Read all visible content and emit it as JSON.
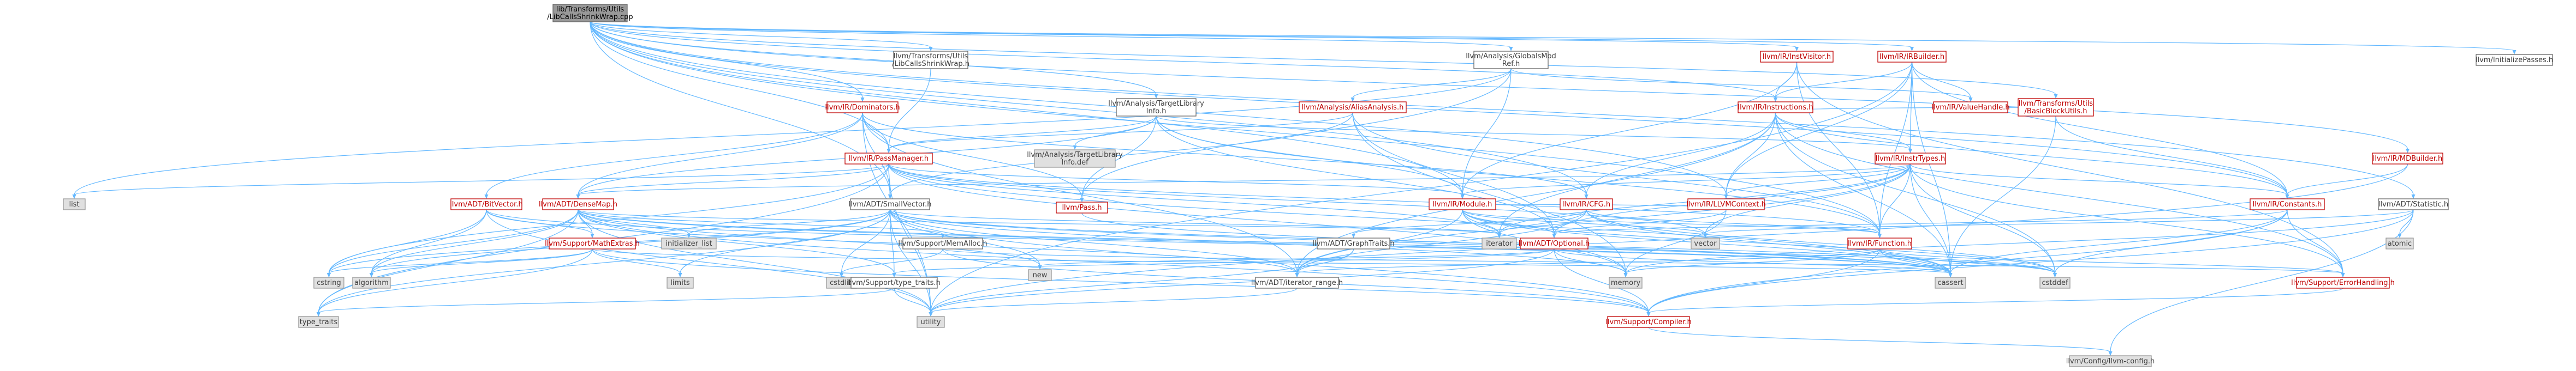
{
  "graph": {
    "colors": {
      "root_fill": "#999999",
      "root_stroke": "#666666",
      "link_text": "#bf0000",
      "link_stroke": "#bf0000",
      "plain_text": "#404040",
      "plain_stroke": "#666666",
      "plain_fill": "#ffffff",
      "std_fill": "#e0e0e0",
      "std_stroke": "#999999",
      "edge": "#63b8ff"
    },
    "nodes": [
      {
        "id": "root",
        "kind": "root",
        "lines": [
          "lib/Transforms/Utils",
          "/LibCallsShrinkWrap.cpp"
        ]
      },
      {
        "id": "tu_lcsw",
        "kind": "plain",
        "lines": [
          "llvm/Transforms/Utils",
          "/LibCallsShrinkWrap.h"
        ]
      },
      {
        "id": "globalsmodref",
        "kind": "plain",
        "lines": [
          "llvm/Analysis/GlobalsMod",
          "Ref.h"
        ]
      },
      {
        "id": "targetlibinfo",
        "kind": "plain",
        "lines": [
          "llvm/Analysis/TargetLibrary",
          "Info.h"
        ]
      },
      {
        "id": "initpasses",
        "kind": "plain",
        "lines": [
          "llvm/InitializePasses.h"
        ]
      },
      {
        "id": "dominators",
        "kind": "link",
        "lines": [
          "llvm/IR/Dominators.h"
        ]
      },
      {
        "id": "aliasanalysis",
        "kind": "link",
        "lines": [
          "llvm/Analysis/AliasAnalysis.h"
        ]
      },
      {
        "id": "instvisitor",
        "kind": "link",
        "lines": [
          "llvm/IR/InstVisitor.h"
        ]
      },
      {
        "id": "irbuilder",
        "kind": "link",
        "lines": [
          "llvm/IR/IRBuilder.h"
        ]
      },
      {
        "id": "basicblockutils",
        "kind": "link",
        "lines": [
          "llvm/Transforms/Utils",
          "/BasicBlockUtils.h"
        ]
      },
      {
        "id": "tlidef",
        "kind": "std",
        "lines": [
          "llvm/Analysis/TargetLibrary",
          "Info.def"
        ]
      },
      {
        "id": "instructions",
        "kind": "link",
        "lines": [
          "llvm/IR/Instructions.h"
        ]
      },
      {
        "id": "valuehandle",
        "kind": "link",
        "lines": [
          "llvm/IR/ValueHandle.h"
        ]
      },
      {
        "id": "passmanager",
        "kind": "link",
        "lines": [
          "llvm/IR/PassManager.h"
        ]
      },
      {
        "id": "instrtypes",
        "kind": "link",
        "lines": [
          "llvm/IR/InstrTypes.h"
        ]
      },
      {
        "id": "mdbuilder",
        "kind": "link",
        "lines": [
          "llvm/IR/MDBuilder.h"
        ]
      },
      {
        "id": "list",
        "kind": "std",
        "lines": [
          "list"
        ]
      },
      {
        "id": "bitvector",
        "kind": "link",
        "lines": [
          "llvm/ADT/BitVector.h"
        ]
      },
      {
        "id": "densemap",
        "kind": "link",
        "lines": [
          "llvm/ADT/DenseMap.h"
        ]
      },
      {
        "id": "smallvector",
        "kind": "plain",
        "lines": [
          "llvm/ADT/SmallVector.h"
        ]
      },
      {
        "id": "pass",
        "kind": "link",
        "lines": [
          "llvm/Pass.h"
        ]
      },
      {
        "id": "module",
        "kind": "link",
        "lines": [
          "llvm/IR/Module.h"
        ]
      },
      {
        "id": "cfg",
        "kind": "link",
        "lines": [
          "llvm/IR/CFG.h"
        ]
      },
      {
        "id": "llvmcontext",
        "kind": "link",
        "lines": [
          "llvm/IR/LLVMContext.h"
        ]
      },
      {
        "id": "constants",
        "kind": "link",
        "lines": [
          "llvm/IR/Constants.h"
        ]
      },
      {
        "id": "statistic",
        "kind": "plain",
        "lines": [
          "llvm/ADT/Statistic.h"
        ]
      },
      {
        "id": "mathextras",
        "kind": "link",
        "lines": [
          "llvm/Support/MathExtras.h"
        ]
      },
      {
        "id": "initializer_list",
        "kind": "std",
        "lines": [
          "initializer_list"
        ]
      },
      {
        "id": "memalloc",
        "kind": "plain",
        "lines": [
          "llvm/Support/MemAlloc.h"
        ]
      },
      {
        "id": "iterator",
        "kind": "std",
        "lines": [
          "iterator"
        ]
      },
      {
        "id": "vector",
        "kind": "std",
        "lines": [
          "vector"
        ]
      },
      {
        "id": "function",
        "kind": "link",
        "lines": [
          "llvm/IR/Function.h"
        ]
      },
      {
        "id": "graphtraits",
        "kind": "plain",
        "lines": [
          "llvm/ADT/GraphTraits.h"
        ]
      },
      {
        "id": "optional",
        "kind": "link",
        "lines": [
          "llvm/ADT/Optional.h"
        ]
      },
      {
        "id": "atomic",
        "kind": "std",
        "lines": [
          "atomic"
        ]
      },
      {
        "id": "cstring",
        "kind": "std",
        "lines": [
          "cstring"
        ]
      },
      {
        "id": "algorithm",
        "kind": "std",
        "lines": [
          "algorithm"
        ]
      },
      {
        "id": "limits",
        "kind": "std",
        "lines": [
          "limits"
        ]
      },
      {
        "id": "cstdlib",
        "kind": "std",
        "lines": [
          "cstdlib"
        ]
      },
      {
        "id": "new",
        "kind": "std",
        "lines": [
          "new"
        ]
      },
      {
        "id": "iterator_range",
        "kind": "plain",
        "lines": [
          "llvm/ADT/iterator_range.h"
        ]
      },
      {
        "id": "memory",
        "kind": "std",
        "lines": [
          "memory"
        ]
      },
      {
        "id": "cassert",
        "kind": "std",
        "lines": [
          "cassert"
        ]
      },
      {
        "id": "cstddef",
        "kind": "std",
        "lines": [
          "cstddef"
        ]
      },
      {
        "id": "errorhandling",
        "kind": "link",
        "lines": [
          "llvm/Support/ErrorHandling.h"
        ]
      },
      {
        "id": "type_traits_h",
        "kind": "plain",
        "lines": [
          "llvm/Support/type_traits.h"
        ]
      },
      {
        "id": "type_traits",
        "kind": "std",
        "lines": [
          "type_traits"
        ]
      },
      {
        "id": "utility",
        "kind": "std",
        "lines": [
          "utility"
        ]
      },
      {
        "id": "compiler",
        "kind": "link",
        "lines": [
          "llvm/Support/Compiler.h"
        ]
      },
      {
        "id": "config",
        "kind": "std",
        "lines": [
          "llvm/Config/llvm-config.h"
        ]
      }
    ],
    "edges": [
      [
        "root",
        "tu_lcsw"
      ],
      [
        "root",
        "globalsmodref"
      ],
      [
        "root",
        "targetlibinfo"
      ],
      [
        "root",
        "initpasses"
      ],
      [
        "root",
        "dominators"
      ],
      [
        "root",
        "instvisitor"
      ],
      [
        "root",
        "irbuilder"
      ],
      [
        "root",
        "basicblockutils"
      ],
      [
        "root",
        "mdbuilder"
      ],
      [
        "root",
        "statistic"
      ],
      [
        "root",
        "instructions"
      ],
      [
        "root",
        "cfg"
      ],
      [
        "root",
        "constants"
      ],
      [
        "root",
        "function"
      ],
      [
        "root",
        "llvmcontext"
      ],
      [
        "root",
        "module"
      ],
      [
        "root",
        "smallvector"
      ],
      [
        "root",
        "passmanager"
      ],
      [
        "tu_lcsw",
        "passmanager"
      ],
      [
        "globalsmodref",
        "aliasanalysis"
      ],
      [
        "globalsmodref",
        "module"
      ],
      [
        "globalsmodref",
        "valuehandle"
      ],
      [
        "globalsmodref",
        "pass"
      ],
      [
        "globalsmodref",
        "list"
      ],
      [
        "targetlibinfo",
        "tlidef"
      ],
      [
        "targetlibinfo",
        "passmanager"
      ],
      [
        "targetlibinfo",
        "pass"
      ],
      [
        "targetlibinfo",
        "densemap"
      ],
      [
        "targetlibinfo",
        "optional"
      ],
      [
        "targetlibinfo",
        "function"
      ],
      [
        "targetlibinfo",
        "module"
      ],
      [
        "targetlibinfo",
        "instrtypes"
      ],
      [
        "dominators",
        "bitvector"
      ],
      [
        "dominators",
        "densemap"
      ],
      [
        "dominators",
        "smallvector"
      ],
      [
        "dominators",
        "cfg"
      ],
      [
        "dominators",
        "passmanager"
      ],
      [
        "dominators",
        "pass"
      ],
      [
        "dominators",
        "iterator_range"
      ],
      [
        "dominators",
        "utility"
      ],
      [
        "aliasanalysis",
        "passmanager"
      ],
      [
        "aliasanalysis",
        "smallvector"
      ],
      [
        "aliasanalysis",
        "optional"
      ],
      [
        "aliasanalysis",
        "memory"
      ],
      [
        "aliasanalysis",
        "function"
      ],
      [
        "aliasanalysis",
        "instruction_dummy"
      ],
      [
        "instvisitor",
        "instructions"
      ],
      [
        "instvisitor",
        "function"
      ],
      [
        "instvisitor",
        "module"
      ],
      [
        "instvisitor",
        "errorhandling"
      ],
      [
        "irbuilder",
        "instructions"
      ],
      [
        "irbuilder",
        "constants"
      ],
      [
        "irbuilder",
        "valuehandle"
      ],
      [
        "irbuilder",
        "llvmcontext"
      ],
      [
        "irbuilder",
        "instrtypes"
      ],
      [
        "irbuilder",
        "function"
      ],
      [
        "irbuilder",
        "cassert"
      ],
      [
        "irbuilder",
        "cstdint_dummy"
      ],
      [
        "irbuilder",
        "utility"
      ],
      [
        "basicblockutils",
        "cassert"
      ],
      [
        "basicblockutils",
        "instructions"
      ],
      [
        "basicblockutils",
        "constants"
      ],
      [
        "instructions",
        "instrtypes"
      ],
      [
        "instructions",
        "iterator_range"
      ],
      [
        "instructions",
        "constants"
      ],
      [
        "instructions",
        "llvmcontext"
      ],
      [
        "instructions",
        "cfg"
      ],
      [
        "instructions",
        "errorhandling"
      ],
      [
        "instructions",
        "iterator"
      ],
      [
        "instructions",
        "cassert"
      ],
      [
        "instructions",
        "cstddef"
      ],
      [
        "instrtypes",
        "constants"
      ],
      [
        "instrtypes",
        "function"
      ],
      [
        "instrtypes",
        "llvmcontext"
      ],
      [
        "instrtypes",
        "iterator"
      ],
      [
        "instrtypes",
        "vector"
      ],
      [
        "instrtypes",
        "cassert"
      ],
      [
        "instrtypes",
        "cstddef"
      ],
      [
        "instrtypes",
        "optional"
      ],
      [
        "instrtypes",
        "iterator_range"
      ],
      [
        "instrtypes",
        "errorhandling"
      ],
      [
        "instrtypes",
        "module"
      ],
      [
        "instrtypes",
        "densemap"
      ],
      [
        "passmanager",
        "densemap"
      ],
      [
        "passmanager",
        "smallvector"
      ],
      [
        "passmanager",
        "function"
      ],
      [
        "passmanager",
        "module"
      ],
      [
        "passmanager",
        "list"
      ],
      [
        "passmanager",
        "memory"
      ],
      [
        "passmanager",
        "vector"
      ],
      [
        "passmanager",
        "cassert"
      ],
      [
        "passmanager",
        "type_traits"
      ],
      [
        "passmanager",
        "utility"
      ],
      [
        "passmanager",
        "cstring"
      ],
      [
        "passmanager",
        "iterator"
      ],
      [
        "mdbuilder",
        "constants"
      ],
      [
        "mdbuilder",
        "utility"
      ],
      [
        "bitvector",
        "mathextras"
      ],
      [
        "bitvector",
        "iterator_range"
      ],
      [
        "bitvector",
        "algorithm"
      ],
      [
        "bitvector",
        "cassert"
      ],
      [
        "bitvector",
        "climits_dummy"
      ],
      [
        "bitvector",
        "cstring"
      ],
      [
        "bitvector",
        "utility"
      ],
      [
        "bitvector",
        "cstdint_dummy"
      ],
      [
        "densemap",
        "mathextras"
      ],
      [
        "densemap",
        "memalloc"
      ],
      [
        "densemap",
        "type_traits_h"
      ],
      [
        "densemap",
        "compiler"
      ],
      [
        "densemap",
        "initializer_list"
      ],
      [
        "densemap",
        "algorithm"
      ],
      [
        "densemap",
        "cassert"
      ],
      [
        "densemap",
        "cstddef"
      ],
      [
        "densemap",
        "iterator"
      ],
      [
        "densemap",
        "new"
      ],
      [
        "densemap",
        "type_traits"
      ],
      [
        "densemap",
        "utility"
      ],
      [
        "densemap",
        "cstring"
      ],
      [
        "smallvector",
        "compiler"
      ],
      [
        "smallvector",
        "type_traits_h"
      ],
      [
        "smallvector",
        "algorithm"
      ],
      [
        "smallvector",
        "cassert"
      ],
      [
        "smallvector",
        "cstddef"
      ],
      [
        "smallvector",
        "cstdlib"
      ],
      [
        "smallvector",
        "cstring"
      ],
      [
        "smallvector",
        "initializer_list"
      ],
      [
        "smallvector",
        "iterator"
      ],
      [
        "smallvector",
        "limits"
      ],
      [
        "smallvector",
        "memory"
      ],
      [
        "smallvector",
        "new"
      ],
      [
        "smallvector",
        "type_traits"
      ],
      [
        "smallvector",
        "utility"
      ],
      [
        "smallvector",
        "iterator_range"
      ],
      [
        "pass",
        "cassert"
      ],
      [
        "module",
        "function"
      ],
      [
        "module",
        "llvmcontext"
      ],
      [
        "module",
        "iterator_range"
      ],
      [
        "module",
        "optional"
      ],
      [
        "module",
        "memory"
      ],
      [
        "module",
        "vector"
      ],
      [
        "module",
        "cstddef"
      ],
      [
        "module",
        "iterator"
      ],
      [
        "module",
        "cassert"
      ],
      [
        "cfg",
        "graphtraits"
      ],
      [
        "cfg",
        "function"
      ],
      [
        "cfg",
        "iterator_range"
      ],
      [
        "cfg",
        "cassert"
      ],
      [
        "cfg",
        "cstddef"
      ],
      [
        "cfg",
        "iterator"
      ],
      [
        "llvmcontext",
        "memory"
      ],
      [
        "llvmcontext",
        "optional"
      ],
      [
        "constants",
        "cassert"
      ],
      [
        "constants",
        "cstddef"
      ],
      [
        "constants",
        "optional"
      ],
      [
        "constants",
        "errorhandling"
      ],
      [
        "constants",
        "compiler"
      ],
      [
        "statistic",
        "compiler"
      ],
      [
        "statistic",
        "config"
      ],
      [
        "statistic",
        "atomic"
      ],
      [
        "statistic",
        "memory"
      ],
      [
        "statistic",
        "vector"
      ],
      [
        "mathextras",
        "compiler"
      ],
      [
        "mathextras",
        "algorithm"
      ],
      [
        "mathextras",
        "cassert"
      ],
      [
        "mathextras",
        "cstring"
      ],
      [
        "mathextras",
        "limits"
      ],
      [
        "mathextras",
        "type_traits"
      ],
      [
        "memalloc",
        "compiler"
      ],
      [
        "memalloc",
        "errorhandling"
      ],
      [
        "memalloc",
        "cstdlib"
      ],
      [
        "function",
        "compiler"
      ],
      [
        "function",
        "iterator_range"
      ],
      [
        "function",
        "memory"
      ],
      [
        "function",
        "cassert"
      ],
      [
        "function",
        "cstddef"
      ],
      [
        "function",
        "errorhandling"
      ],
      [
        "graphtraits",
        "iterator_range"
      ],
      [
        "graphtraits",
        "utility"
      ],
      [
        "optional",
        "compiler"
      ],
      [
        "optional",
        "type_traits_h"
      ],
      [
        "optional",
        "cassert"
      ],
      [
        "optional",
        "memory"
      ],
      [
        "optional",
        "new"
      ],
      [
        "optional",
        "utility"
      ],
      [
        "iterator_range",
        "utility"
      ],
      [
        "errorhandling",
        "compiler"
      ],
      [
        "type_traits_h",
        "type_traits"
      ],
      [
        "type_traits_h",
        "utility"
      ],
      [
        "compiler",
        "config"
      ]
    ]
  }
}
